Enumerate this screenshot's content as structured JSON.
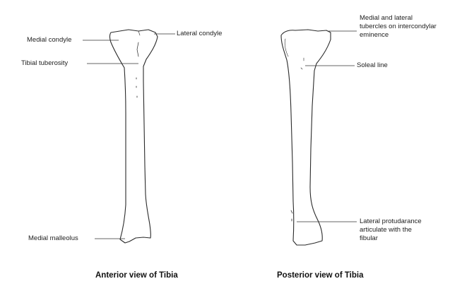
{
  "anterior": {
    "caption": "Anterior view of Tibia",
    "labels": {
      "medial_condyle": "Medial condyle",
      "lateral_condyle": "Lateral condyle",
      "tibial_tuberosity": "Tibial tuberosity",
      "medial_malleolus": "Medial malleolus"
    }
  },
  "posterior": {
    "caption": "Posterior view of Tibia",
    "labels": {
      "tubercles_line1": "Medial and lateral",
      "tubercles_line2": "tubercles on intercondylar",
      "tubercles_line3": "eminence",
      "soleal_line": "Soleal line",
      "protuberance_line1": "Lateral protudarance",
      "protuberance_line2": "articulate with the",
      "protuberance_line3": "fibular"
    }
  },
  "colors": {
    "outline": "#2a2a2a",
    "text": "#222222",
    "background": "#ffffff"
  }
}
